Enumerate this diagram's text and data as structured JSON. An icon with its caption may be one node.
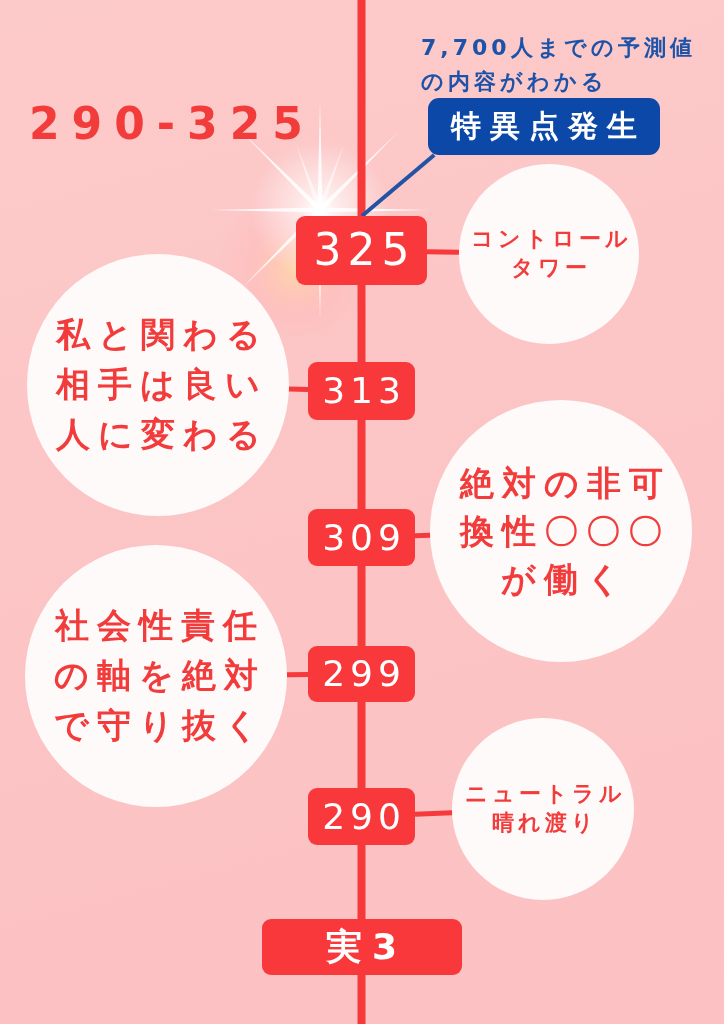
{
  "diagram": {
    "title": "290-325",
    "nodes": [
      {
        "text": [
          "特異点発生"
        ],
        "beside": [
          "7,700人までの予測値の内容がわかる"
        ]
      },
      {
        "text": [
          "325"
        ]
      },
      {
        "text": [
          "コントロールタワー"
        ]
      },
      {
        "text": [
          "私と関わる相手は良い人に変わる"
        ]
      },
      {
        "text": [
          "313"
        ]
      },
      {
        "text": [
          "絶対の非可換性〇〇〇が働く"
        ]
      },
      {
        "text": [
          "309"
        ]
      },
      {
        "text": [
          "社会性責任の軸を絶対で守り抜く"
        ]
      },
      {
        "text": [
          "299"
        ]
      },
      {
        "text": [
          "ニュートラル晴れ渡り"
        ]
      },
      {
        "text": [
          "290"
        ]
      },
      {
        "text": [
          "実3"
        ]
      }
    ],
    "edges": [
      {
        "from": null,
        "to": 1,
        "arrow": "none"
      },
      {
        "from": 0,
        "to": 1,
        "arrow": "none",
        "color": "#2353a5"
      },
      {
        "from": 1,
        "to": 2,
        "arrow": "none"
      },
      {
        "from": 1,
        "to": 4,
        "arrow": "none"
      },
      {
        "from": 3,
        "to": 4,
        "arrow": "none"
      },
      {
        "from": 4,
        "to": 6,
        "arrow": "none"
      },
      {
        "from": 6,
        "to": 5,
        "arrow": "none"
      },
      {
        "from": 6,
        "to": 8,
        "arrow": "none"
      },
      {
        "from": 7,
        "to": 8,
        "arrow": "none"
      },
      {
        "from": 8,
        "to": 10,
        "arrow": "none"
      },
      {
        "from": 10,
        "to": 9,
        "arrow": "none"
      },
      {
        "from": 10,
        "to": 11,
        "arrow": "none"
      },
      {
        "from": 11,
        "to": null,
        "arrow": "none"
      }
    ]
  }
}
